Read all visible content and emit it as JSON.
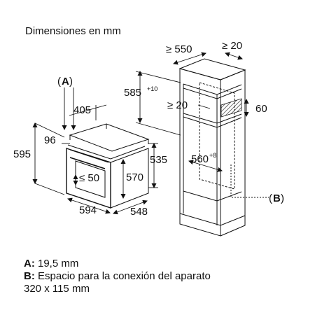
{
  "title": "Dimensiones en mm",
  "oven_dims": {
    "a_marker": "A",
    "d405": "405",
    "d96": "96",
    "d595": "595",
    "d50": "≤ 50",
    "d570": "570",
    "d535": "535",
    "d594": "594",
    "d548": "548"
  },
  "cabinet_dims": {
    "d550": "≥ 550",
    "d20_top": "≥ 20",
    "d585": "585",
    "d585_sup": "+10",
    "d20_mid": "≥ 20",
    "d60": "60",
    "d560": "560",
    "d560_sup": "+8",
    "b_marker": "B"
  },
  "legend": {
    "a_key": "A:",
    "a_text": "19,5 mm",
    "b_key": "B:",
    "b_text_line1": "Espacio para la conexión del aparato",
    "b_text_line2": "320 x 115 mm"
  }
}
